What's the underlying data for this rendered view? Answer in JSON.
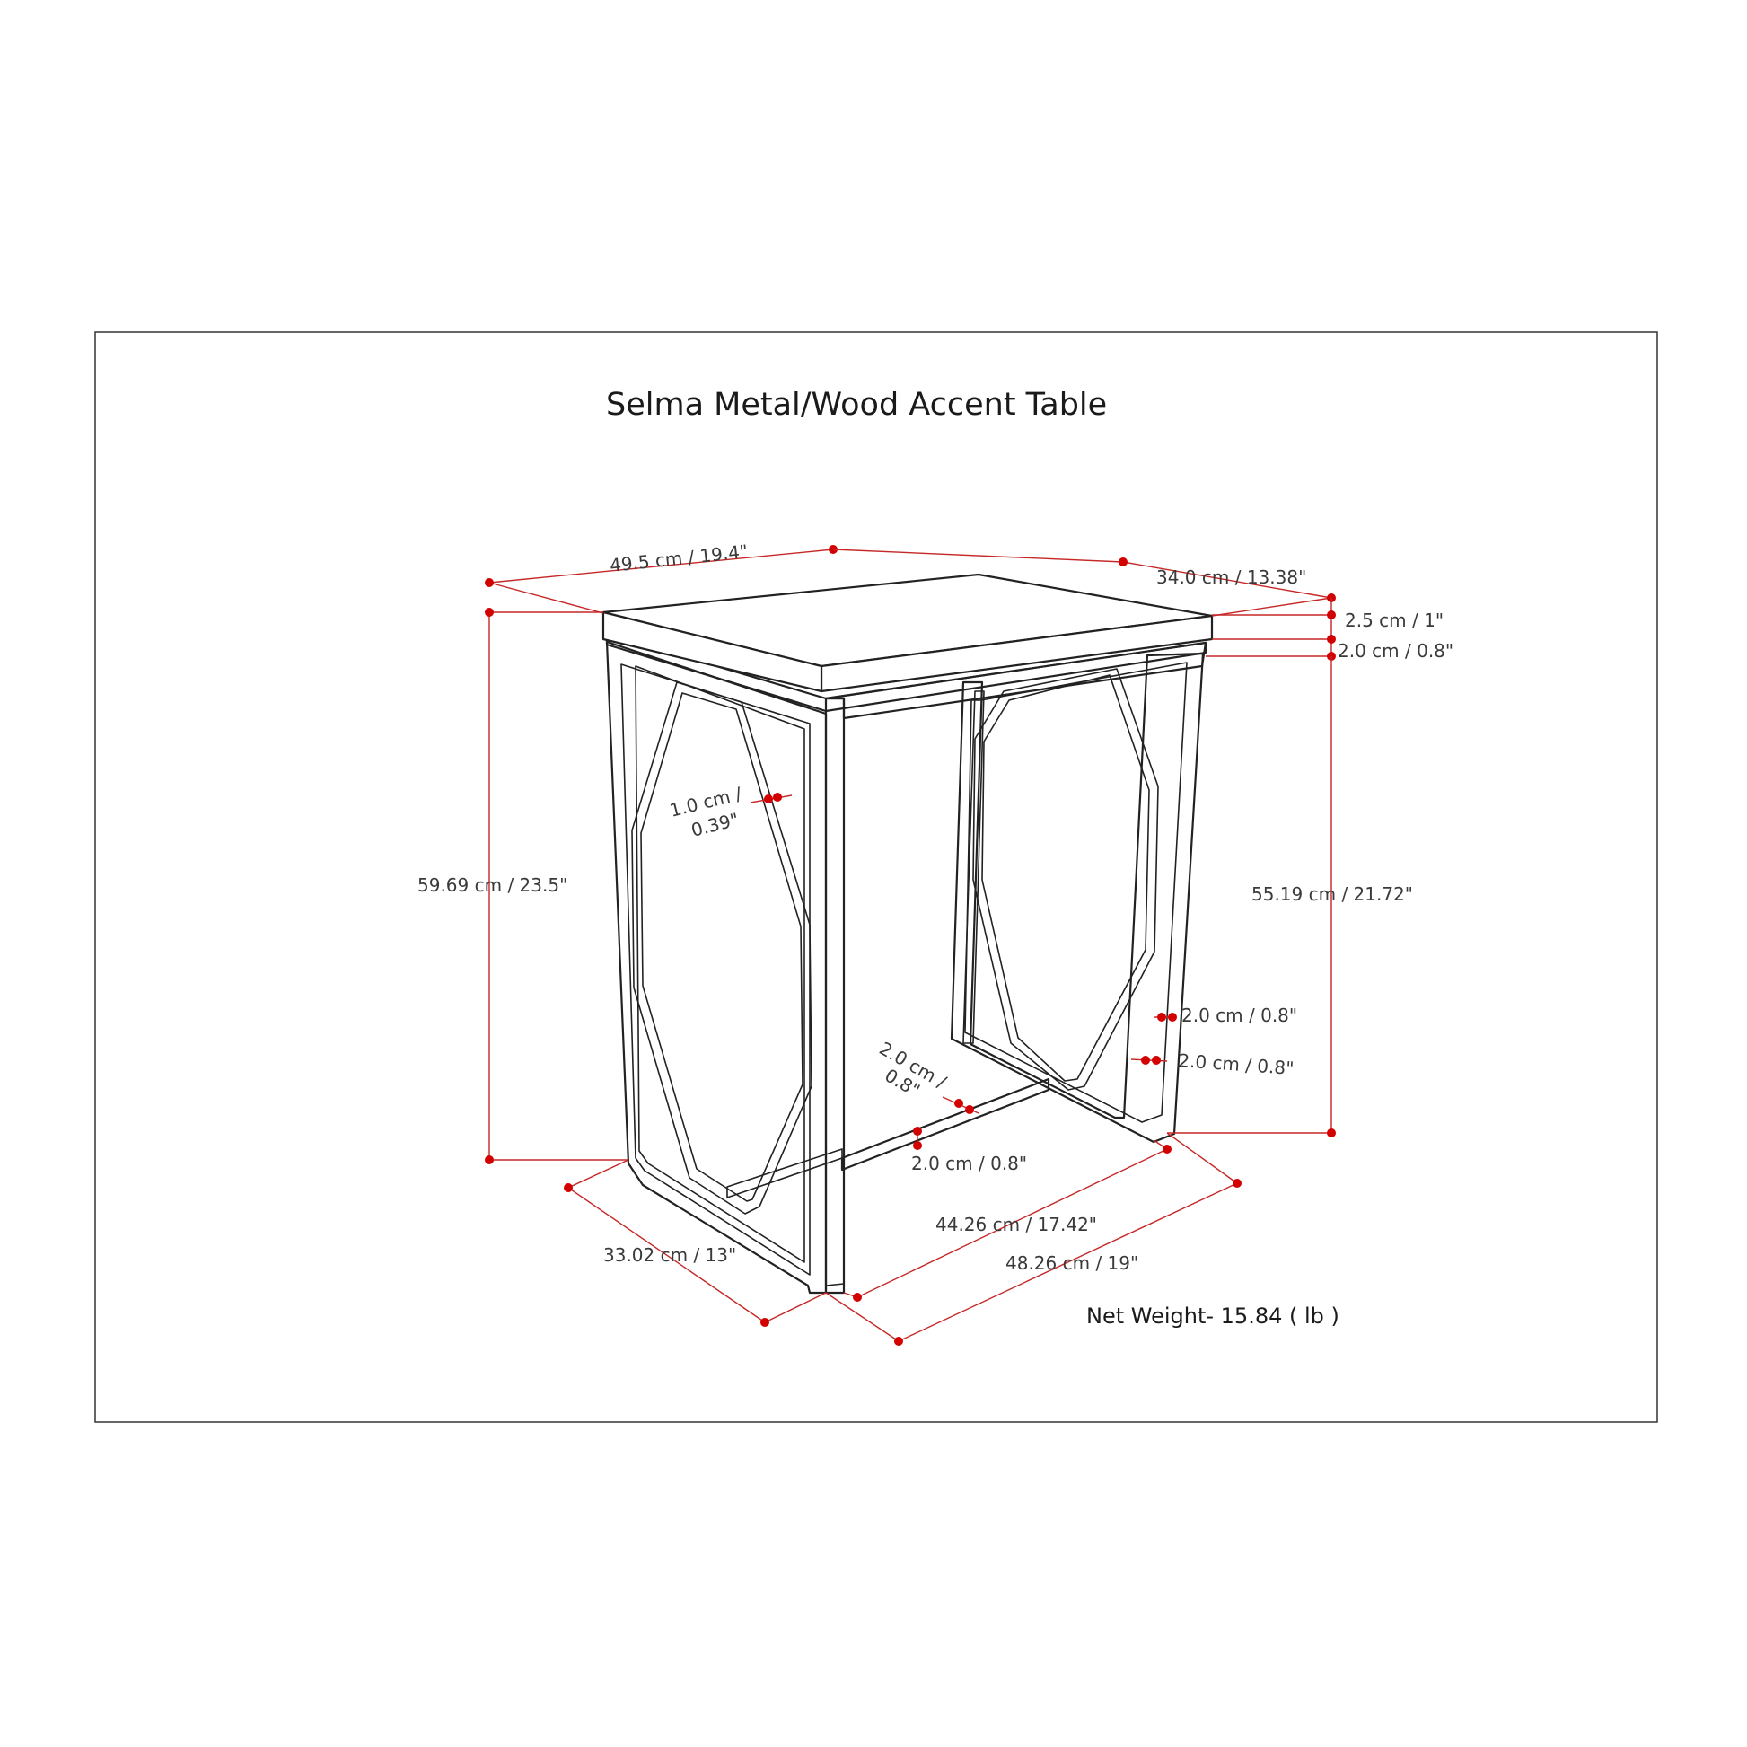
{
  "title": "Selma Metal/Wood Accent Table",
  "net_weight": "Net Weight- 15.84 ( lb )",
  "dimensions": {
    "top_width": "49.5 cm / 19.4\"",
    "top_depth": "34.0 cm / 13.38\"",
    "top_thickness": "2.5 cm / 1\"",
    "apron_height": "2.0 cm / 0.8\"",
    "overall_height": "59.69 cm / 23.5\"",
    "inner_height": "55.19 cm / 21.72\"",
    "rod_thickness_line1": "1.0 cm /",
    "rod_thickness_line2": "0.39\"",
    "frame_width_1": "2.0 cm / 0.8\"",
    "frame_width_2": "2.0 cm / 0.8\"",
    "base_bar_line1": "2.0 cm /",
    "base_bar_line2": "0.8\"",
    "base_bar_height": "2.0 cm / 0.8\"",
    "base_depth": "33.02 cm / 13\"",
    "inner_length": "44.26 cm / 17.42\"",
    "base_length": "48.26 cm / 19\""
  },
  "colors": {
    "outline": "#222222",
    "dimension_line": "#c62828",
    "dimension_dot": "#d30000",
    "text": "#3a3a3a"
  }
}
